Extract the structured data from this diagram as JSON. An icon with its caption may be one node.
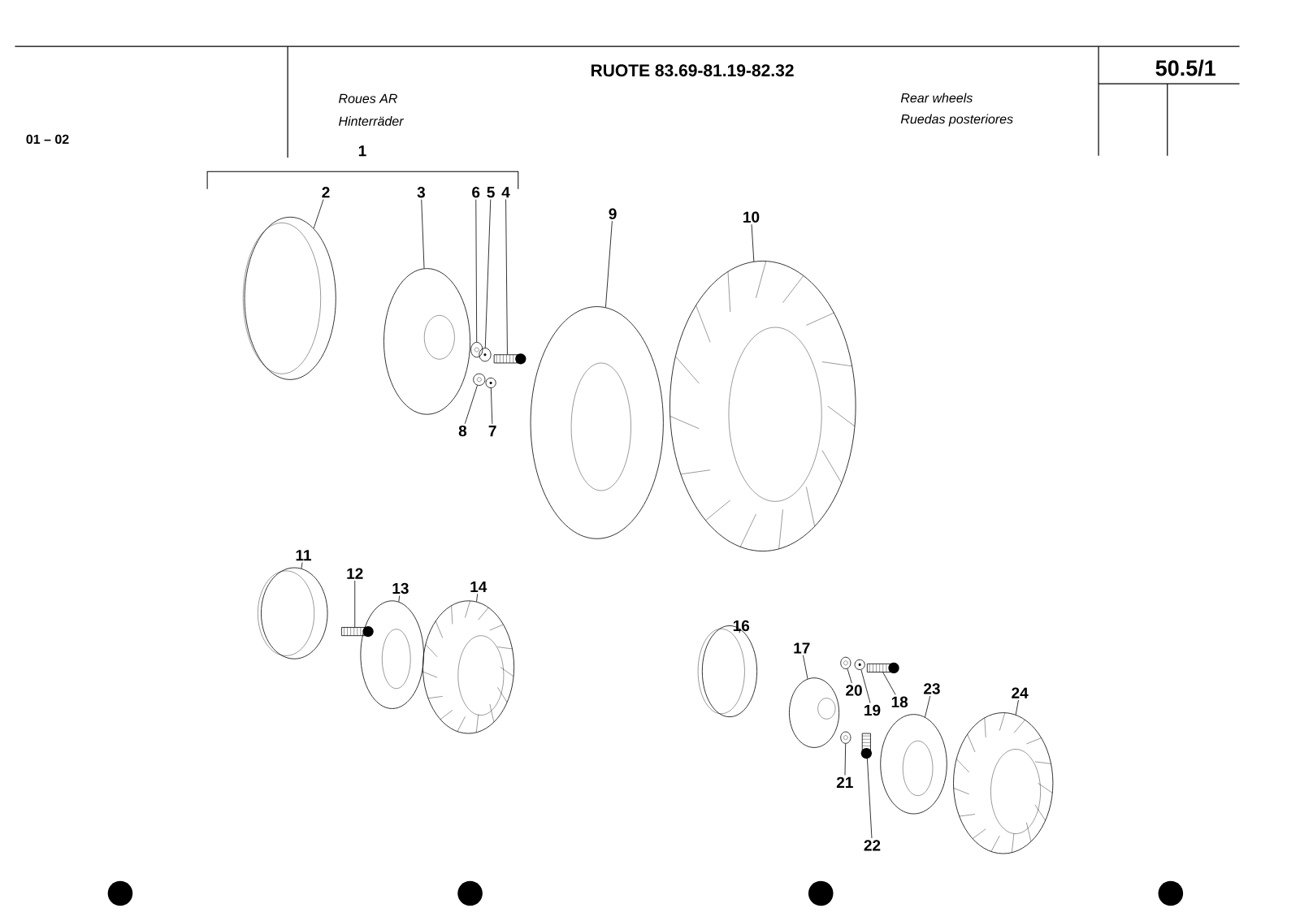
{
  "diagram": {
    "title": "RUOTE 83.69-81.19-82.32",
    "nodes": [
      {
        "text": [
          "2"
        ]
      },
      {
        "text": [
          "3"
        ]
      },
      {
        "text": [
          "6"
        ]
      },
      {
        "text": [
          "5"
        ]
      },
      {
        "text": [
          "4"
        ]
      },
      {
        "text": [
          "9"
        ]
      },
      {
        "text": [
          "10"
        ]
      },
      {
        "text": [
          "8"
        ]
      },
      {
        "text": [
          "7"
        ]
      },
      {
        "text": [
          "11"
        ]
      },
      {
        "text": [
          "12"
        ]
      },
      {
        "text": [
          "13"
        ]
      },
      {
        "text": [
          "14"
        ]
      },
      {
        "text": [
          "16"
        ]
      },
      {
        "text": [
          "17"
        ]
      },
      {
        "text": [
          "20"
        ]
      },
      {
        "text": [
          "19"
        ]
      },
      {
        "text": [
          "18"
        ]
      },
      {
        "text": [
          "23"
        ]
      },
      {
        "text": [
          "24"
        ]
      },
      {
        "text": [
          "21"
        ]
      },
      {
        "text": [
          "22"
        ]
      },
      {
        "text": [],
        "shape": "picture"
      },
      {
        "text": [],
        "shape": "picture"
      },
      {
        "text": [],
        "shape": "picture"
      },
      {
        "text": [],
        "shape": "picture"
      },
      {
        "text": [],
        "shape": "box"
      },
      {
        "text": [],
        "shape": "picture"
      },
      {
        "text": [],
        "shape": "picture"
      },
      {
        "text": [],
        "shape": "picture"
      },
      {
        "text": [],
        "shape": "picture"
      },
      {
        "text": [],
        "shape": "picture"
      },
      {
        "text": [],
        "shape": "box"
      },
      {
        "text": [],
        "shape": "picture"
      },
      {
        "text": [],
        "shape": "picture"
      },
      {
        "text": [],
        "shape": "picture"
      },
      {
        "text": [],
        "shape": "picture"
      },
      {
        "text": [],
        "shape": "picture"
      },
      {
        "text": [],
        "shape": "picture"
      },
      {
        "text": [],
        "shape": "box"
      },
      {
        "text": [],
        "shape": "picture"
      },
      {
        "text": [],
        "shape": "picture"
      },
      {
        "text": [],
        "shape": "picture"
      },
      {
        "text": [],
        "shape": "box"
      }
    ],
    "edges": [
      {
        "from": 0,
        "to": 22,
        "arrow": "none"
      },
      {
        "from": 1,
        "to": 23,
        "arrow": "none"
      },
      {
        "from": 2,
        "to": 24,
        "arrow": "none"
      },
      {
        "from": 3,
        "to": 25,
        "arrow": "none"
      },
      {
        "from": 4,
        "to": 26,
        "arrow": "none"
      },
      {
        "from": 5,
        "to": 27,
        "arrow": "none"
      },
      {
        "from": 6,
        "to": 28,
        "arrow": "none"
      },
      {
        "from": 7,
        "to": 29,
        "arrow": "none"
      },
      {
        "from": 8,
        "to": 30,
        "arrow": "none"
      },
      {
        "from": 9,
        "to": 31,
        "arrow": "none"
      },
      {
        "from": 10,
        "to": 32,
        "arrow": "none"
      },
      {
        "from": 11,
        "to": 33,
        "arrow": "none"
      },
      {
        "from": 12,
        "to": 34,
        "arrow": "none"
      },
      {
        "from": 13,
        "to": 35,
        "arrow": "none"
      },
      {
        "from": 14,
        "to": 36,
        "arrow": "none"
      },
      {
        "from": 15,
        "to": 37,
        "arrow": "none"
      },
      {
        "from": 16,
        "to": 38,
        "arrow": "none"
      },
      {
        "from": 17,
        "to": 39,
        "arrow": "none"
      },
      {
        "from": 18,
        "to": 40,
        "arrow": "none"
      },
      {
        "from": 19,
        "to": 41,
        "arrow": "none"
      },
      {
        "from": 20,
        "to": 42,
        "arrow": "none"
      },
      {
        "from": 21,
        "to": 43,
        "arrow": "none"
      }
    ],
    "labels": [
      "50.5/1",
      "Roues AR",
      "Rear wheels",
      "01 – 02",
      "Hinterräder",
      "Ruedas posteriores",
      "1"
    ]
  }
}
